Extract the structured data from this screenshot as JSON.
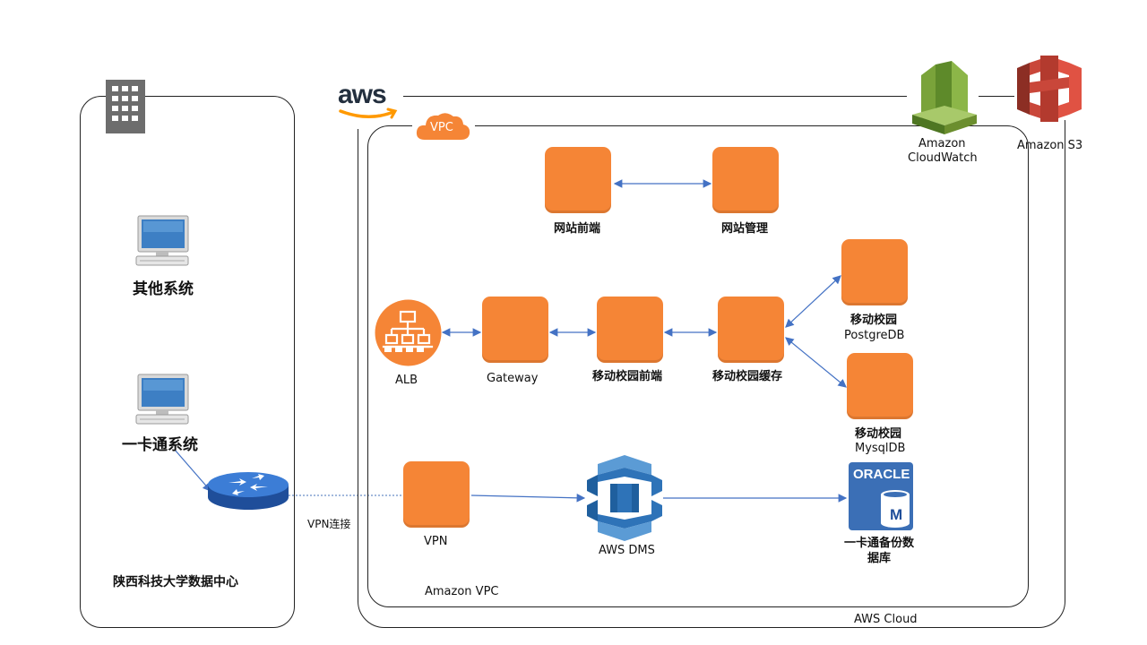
{
  "datacenter": {
    "other_system": "其他系统",
    "card_system": "一卡通系统",
    "title": "陕西科技大学数据中心"
  },
  "vpn_link_label": "VPN连接",
  "aws": {
    "logo_text": "aws",
    "vpc_badge": "VPC",
    "cloud_label": "AWS Cloud",
    "vpc_label": "Amazon VPC",
    "cloudwatch_label_1": "Amazon",
    "cloudwatch_label_2": "CloudWatch",
    "s3_label": "Amazon S3"
  },
  "nodes": {
    "web_frontend": "网站前端",
    "web_admin": "网站管理",
    "alb": "ALB",
    "gateway": "Gateway",
    "campus_frontend": "移动校园前端",
    "campus_cache": "移动校园缓存",
    "campus_pg_1": "移动校园",
    "campus_pg_2": "PostgreDB",
    "campus_mysql_1": "移动校园",
    "campus_mysql_2": "MysqlDB",
    "vpn": "VPN",
    "dms": "AWS DMS",
    "oracle_logo": "ORACLE",
    "oracle_m": "M",
    "backup_db_1": "一卡通备份数",
    "backup_db_2": "据库"
  },
  "colors": {
    "orange": "#f58536",
    "arrow_blue": "#4472c4",
    "cloudwatch_green": "#6b8e2e",
    "s3_red": "#e05243",
    "dms_blue": "#2e73b8"
  }
}
